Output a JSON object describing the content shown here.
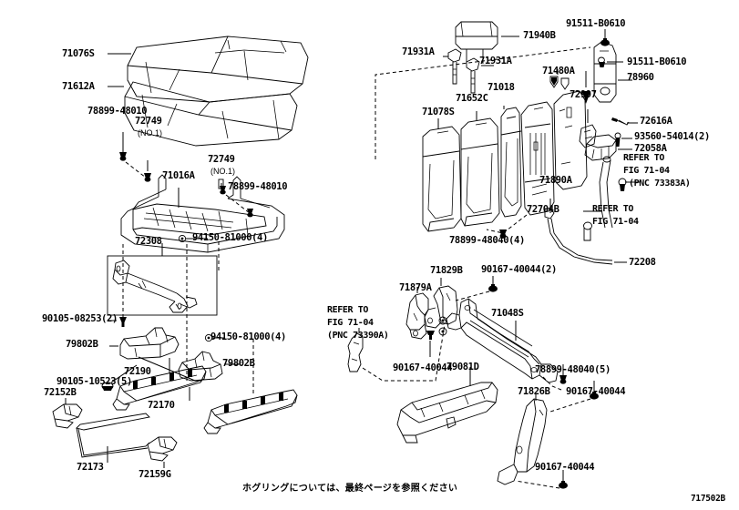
{
  "diagram": {
    "figure_number": "717502B",
    "japanese_note": "ホグリングについては、最終ページを参照ください",
    "refer_text_1": "REFER TO",
    "refer_text_2": "FIG 71-04",
    "refer_text_3": "(PNC 73383A)",
    "refer_text_4": "REFER TO",
    "refer_text_5": "FIG 71-04",
    "refer_text_6": "REFER TO",
    "refer_text_7": "FIG 71-04",
    "refer_text_8": "(PNC 73390A)"
  },
  "labels": {
    "cushion_cover": "71076S",
    "cushion_pad": "71612A",
    "hog_ring_a": "78899-48010",
    "clip_a": "72749",
    "clip_a_note": "(NO.1)",
    "clip_b": "72749",
    "clip_b_note": "(NO.1)",
    "hog_ring_b": "78899-48010",
    "cushion_frame": "71016A",
    "bolt_94150_a": "94150-81000(4)",
    "hinge_assy": "72308",
    "bolt_90105_08253": "90105-08253(2)",
    "bolt_94150_b": "94150-81000(4)",
    "adjuster_cover_l": "79802B",
    "adjuster_cover_r": "79802B",
    "bolt_90105_10523": "90105-10523(5)",
    "track_inner": "72190",
    "track_outer": "72170",
    "bracket_72152B": "72152B",
    "bracket_72159G": "72159G",
    "rod_72173": "72173",
    "headrest": "71940B",
    "headrest_support_l": "71931A",
    "headrest_support_r": "71931A",
    "bolt_91511_top": "91511-B0610",
    "bolt_91511_side": "91511-B0610",
    "hinge_78960": "78960",
    "clip_71480A": "71480A",
    "clip_72997": "72997",
    "back_board": "71018",
    "back_pad": "71652C",
    "back_cover": "71078S",
    "striker_71890A": "71890A",
    "cable_72704B": "72704B",
    "hog_ring_c": "78899-48040(4)",
    "spring_72616A": "72616A",
    "screw_93560": "93560-54014(2)",
    "lever_72058A": "72058A",
    "cable_72208": "72208",
    "hinge_cover_71829B": "71829B",
    "bolt_90167_a": "90167-40044(2)",
    "hinge_71879A": "71879A",
    "bolt_90167_b": "90167-40044",
    "back_frame_71048S": "71048S",
    "panel_79081D": "79081D",
    "hog_ring_d": "78899-48040(5)",
    "bolt_90167_c": "90167-40044",
    "trim_71826B": "71826B",
    "bolt_90167_d": "90167-40044"
  }
}
